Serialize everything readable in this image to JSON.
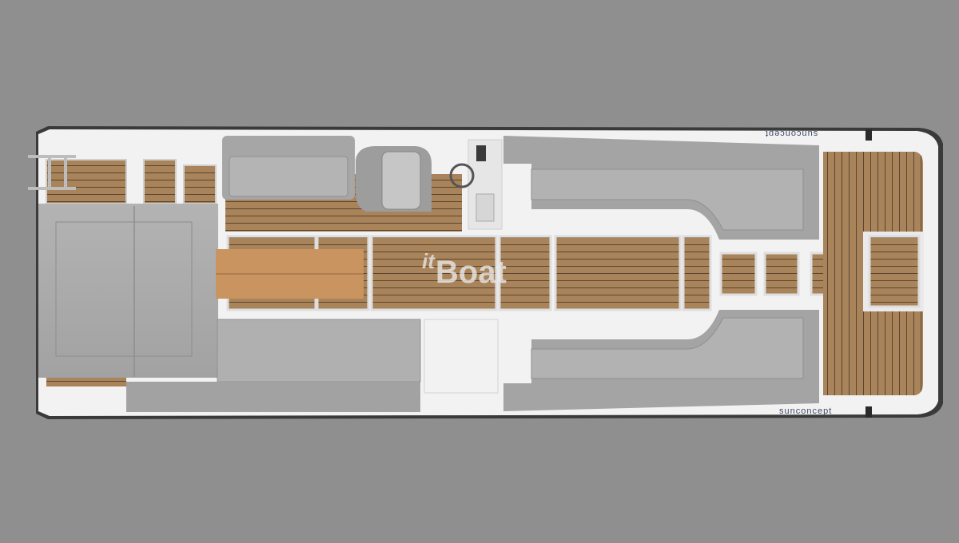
{
  "scene": {
    "watermark": {
      "prefix": "it",
      "word": "Boat"
    },
    "brand_bottom": "sunconcept",
    "brand_top": "sunconcept"
  },
  "colors": {
    "background": "#8f8f8f",
    "hull": "#f4f4f4",
    "cushion": "#a9a9a9",
    "cushion_dark": "#9a9a9a",
    "teak": "#a98359",
    "teak_line": "#5a4632",
    "table": "#c9945f",
    "console": "#e6e6e6"
  }
}
